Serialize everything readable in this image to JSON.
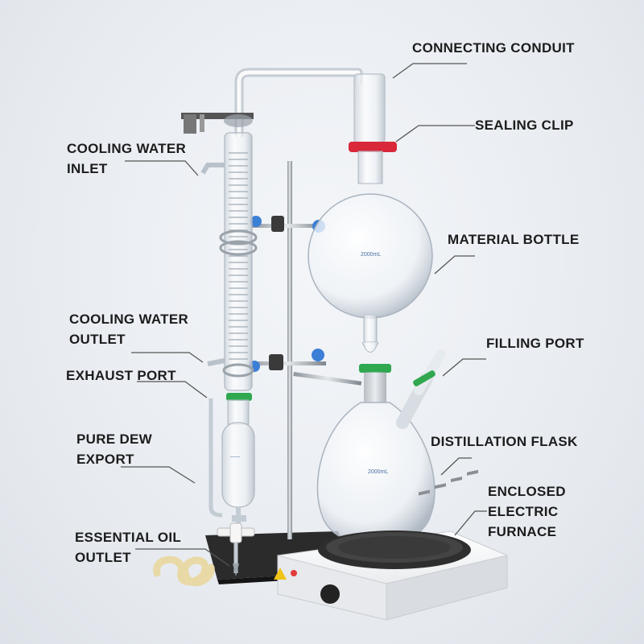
{
  "labels": {
    "connecting_conduit": "CONNECTING CONDUIT",
    "sealing_clip": "SEALING CLIP",
    "cooling_water_inlet": [
      "COOLING WATER",
      "INLET"
    ],
    "material_bottle": "MATERIAL BOTTLE",
    "cooling_water_outlet": [
      "COOLING WATER",
      "OUTLET"
    ],
    "filling_port": "FILLING PORT",
    "exhaust_port": "EXHAUST PORT",
    "pure_dew_export": [
      "PURE DEW",
      "EXPORT"
    ],
    "distillation_flask": "DISTILLATION FLASK",
    "enclosed_electric_furnace": [
      "ENCLOSED",
      "ELECTRIC",
      "FURNACE"
    ],
    "essential_oil_outlet": [
      "ESSENTIAL OIL",
      "OUTLET"
    ]
  },
  "flask_marks": {
    "material_bottle": "2000mL",
    "distillation_flask": "2000mL"
  },
  "colors": {
    "text": "#1c1c1c",
    "leader": "#555555",
    "clip_red": "#d8283a",
    "clip_green": "#2fa84f",
    "knob_blue": "#3b7fd6",
    "furnace": "#f2f2f2",
    "base": "#2b2b2b"
  }
}
